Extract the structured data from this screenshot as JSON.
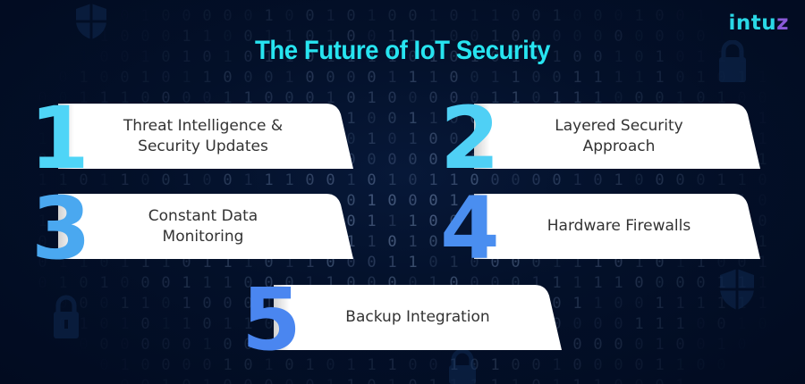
{
  "header": {
    "title": "The Future of IoT Security",
    "title_color": "#27e4f0"
  },
  "brand": {
    "logo_main": "intu",
    "logo_accent": "z",
    "logo_color": "#2ad8e6",
    "logo_accent_color": "#8a5ad8"
  },
  "background": {
    "color": "#020d24",
    "decorations": [
      "shield-icon",
      "lock-icon",
      "lock-icon",
      "shield-icon",
      "lock-icon"
    ]
  },
  "items": [
    {
      "number": "1",
      "line1": "Threat Intelligence &",
      "line2": "Security Updates",
      "color": "#4fd5f7"
    },
    {
      "number": "2",
      "line1": "Layered Security",
      "line2": "Approach",
      "color": "#4fd0f5"
    },
    {
      "number": "3",
      "line1": "Constant Data",
      "line2": "Monitoring",
      "color": "#4aa8f0"
    },
    {
      "number": "4",
      "line1": "Hardware Firewalls",
      "line2": "",
      "color": "#4a8ef0"
    },
    {
      "number": "5",
      "line1": "Backup Integration",
      "line2": "",
      "color": "#4a86f0"
    }
  ]
}
